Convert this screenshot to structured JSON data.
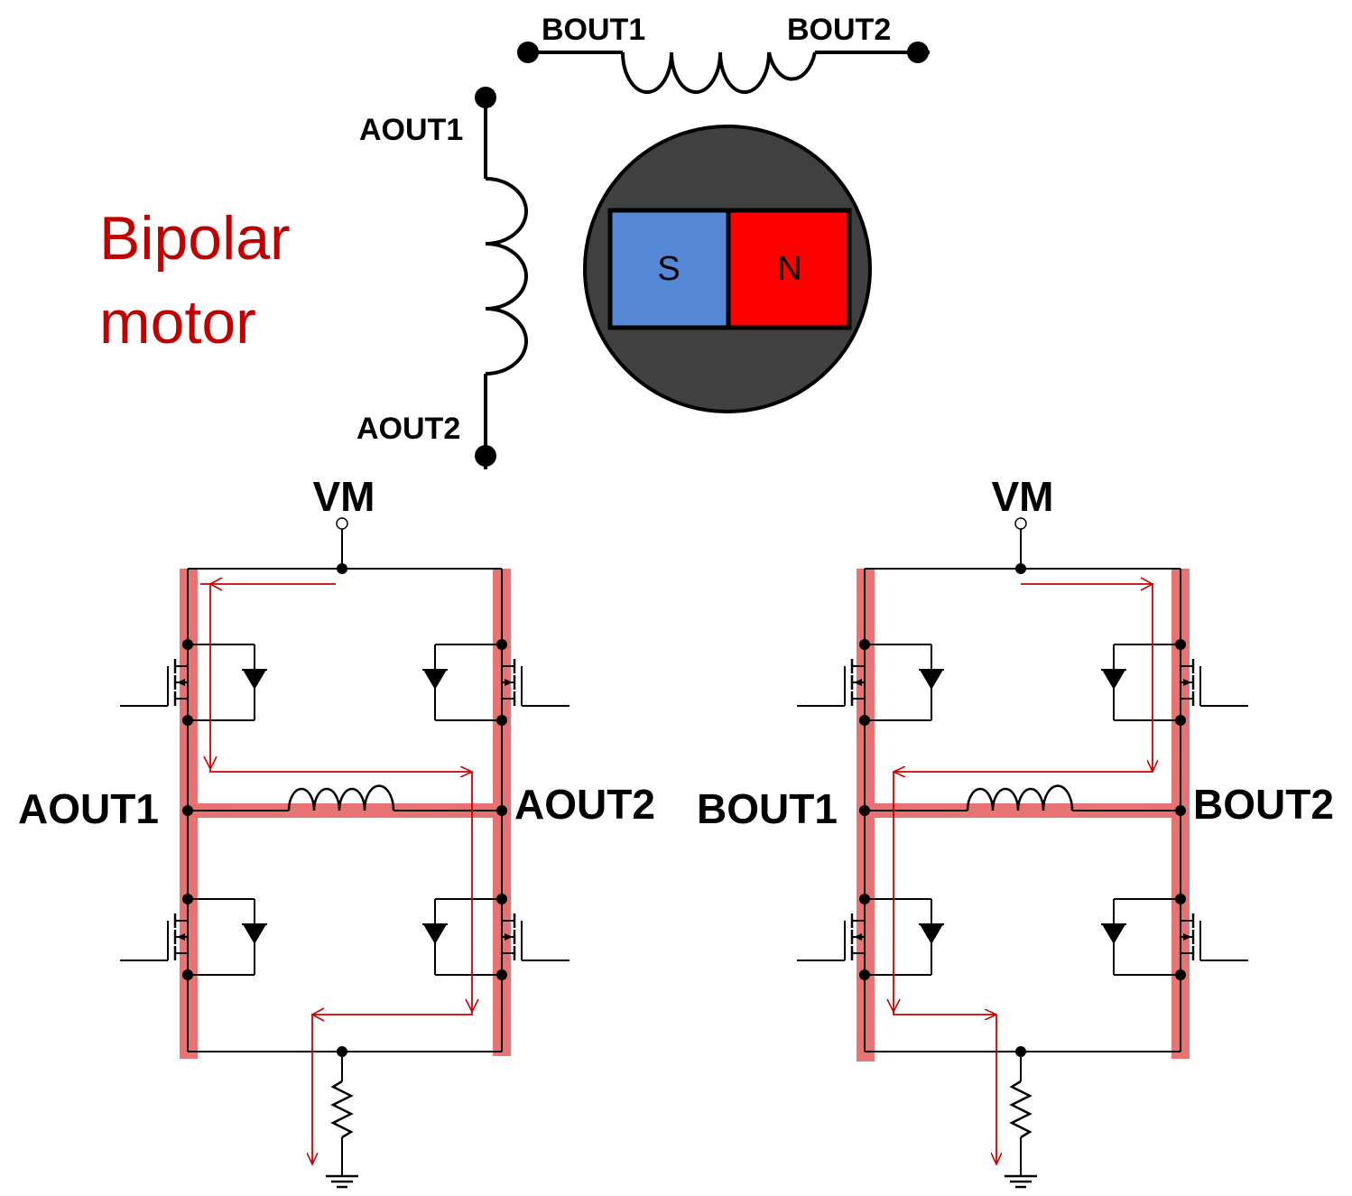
{
  "title": {
    "line1": "Bipolar",
    "line2": "motor"
  },
  "motor": {
    "coil_b_label_left": "BOUT1",
    "coil_b_label_right": "BOUT2",
    "coil_a_label_top": "AOUT1",
    "coil_a_label_bottom": "AOUT2",
    "magnet_south": "S",
    "magnet_north": "N"
  },
  "bridge_a": {
    "supply": "VM",
    "out_left": "AOUT1",
    "out_right": "AOUT2"
  },
  "bridge_b": {
    "supply": "VM",
    "out_left": "BOUT1",
    "out_right": "BOUT2"
  },
  "colors": {
    "title": "#c00000",
    "highlight": "#e35a5a",
    "current_arrow": "#cc0000",
    "rotor": "#404040",
    "south": "#5588d6",
    "north": "#ff0000"
  }
}
